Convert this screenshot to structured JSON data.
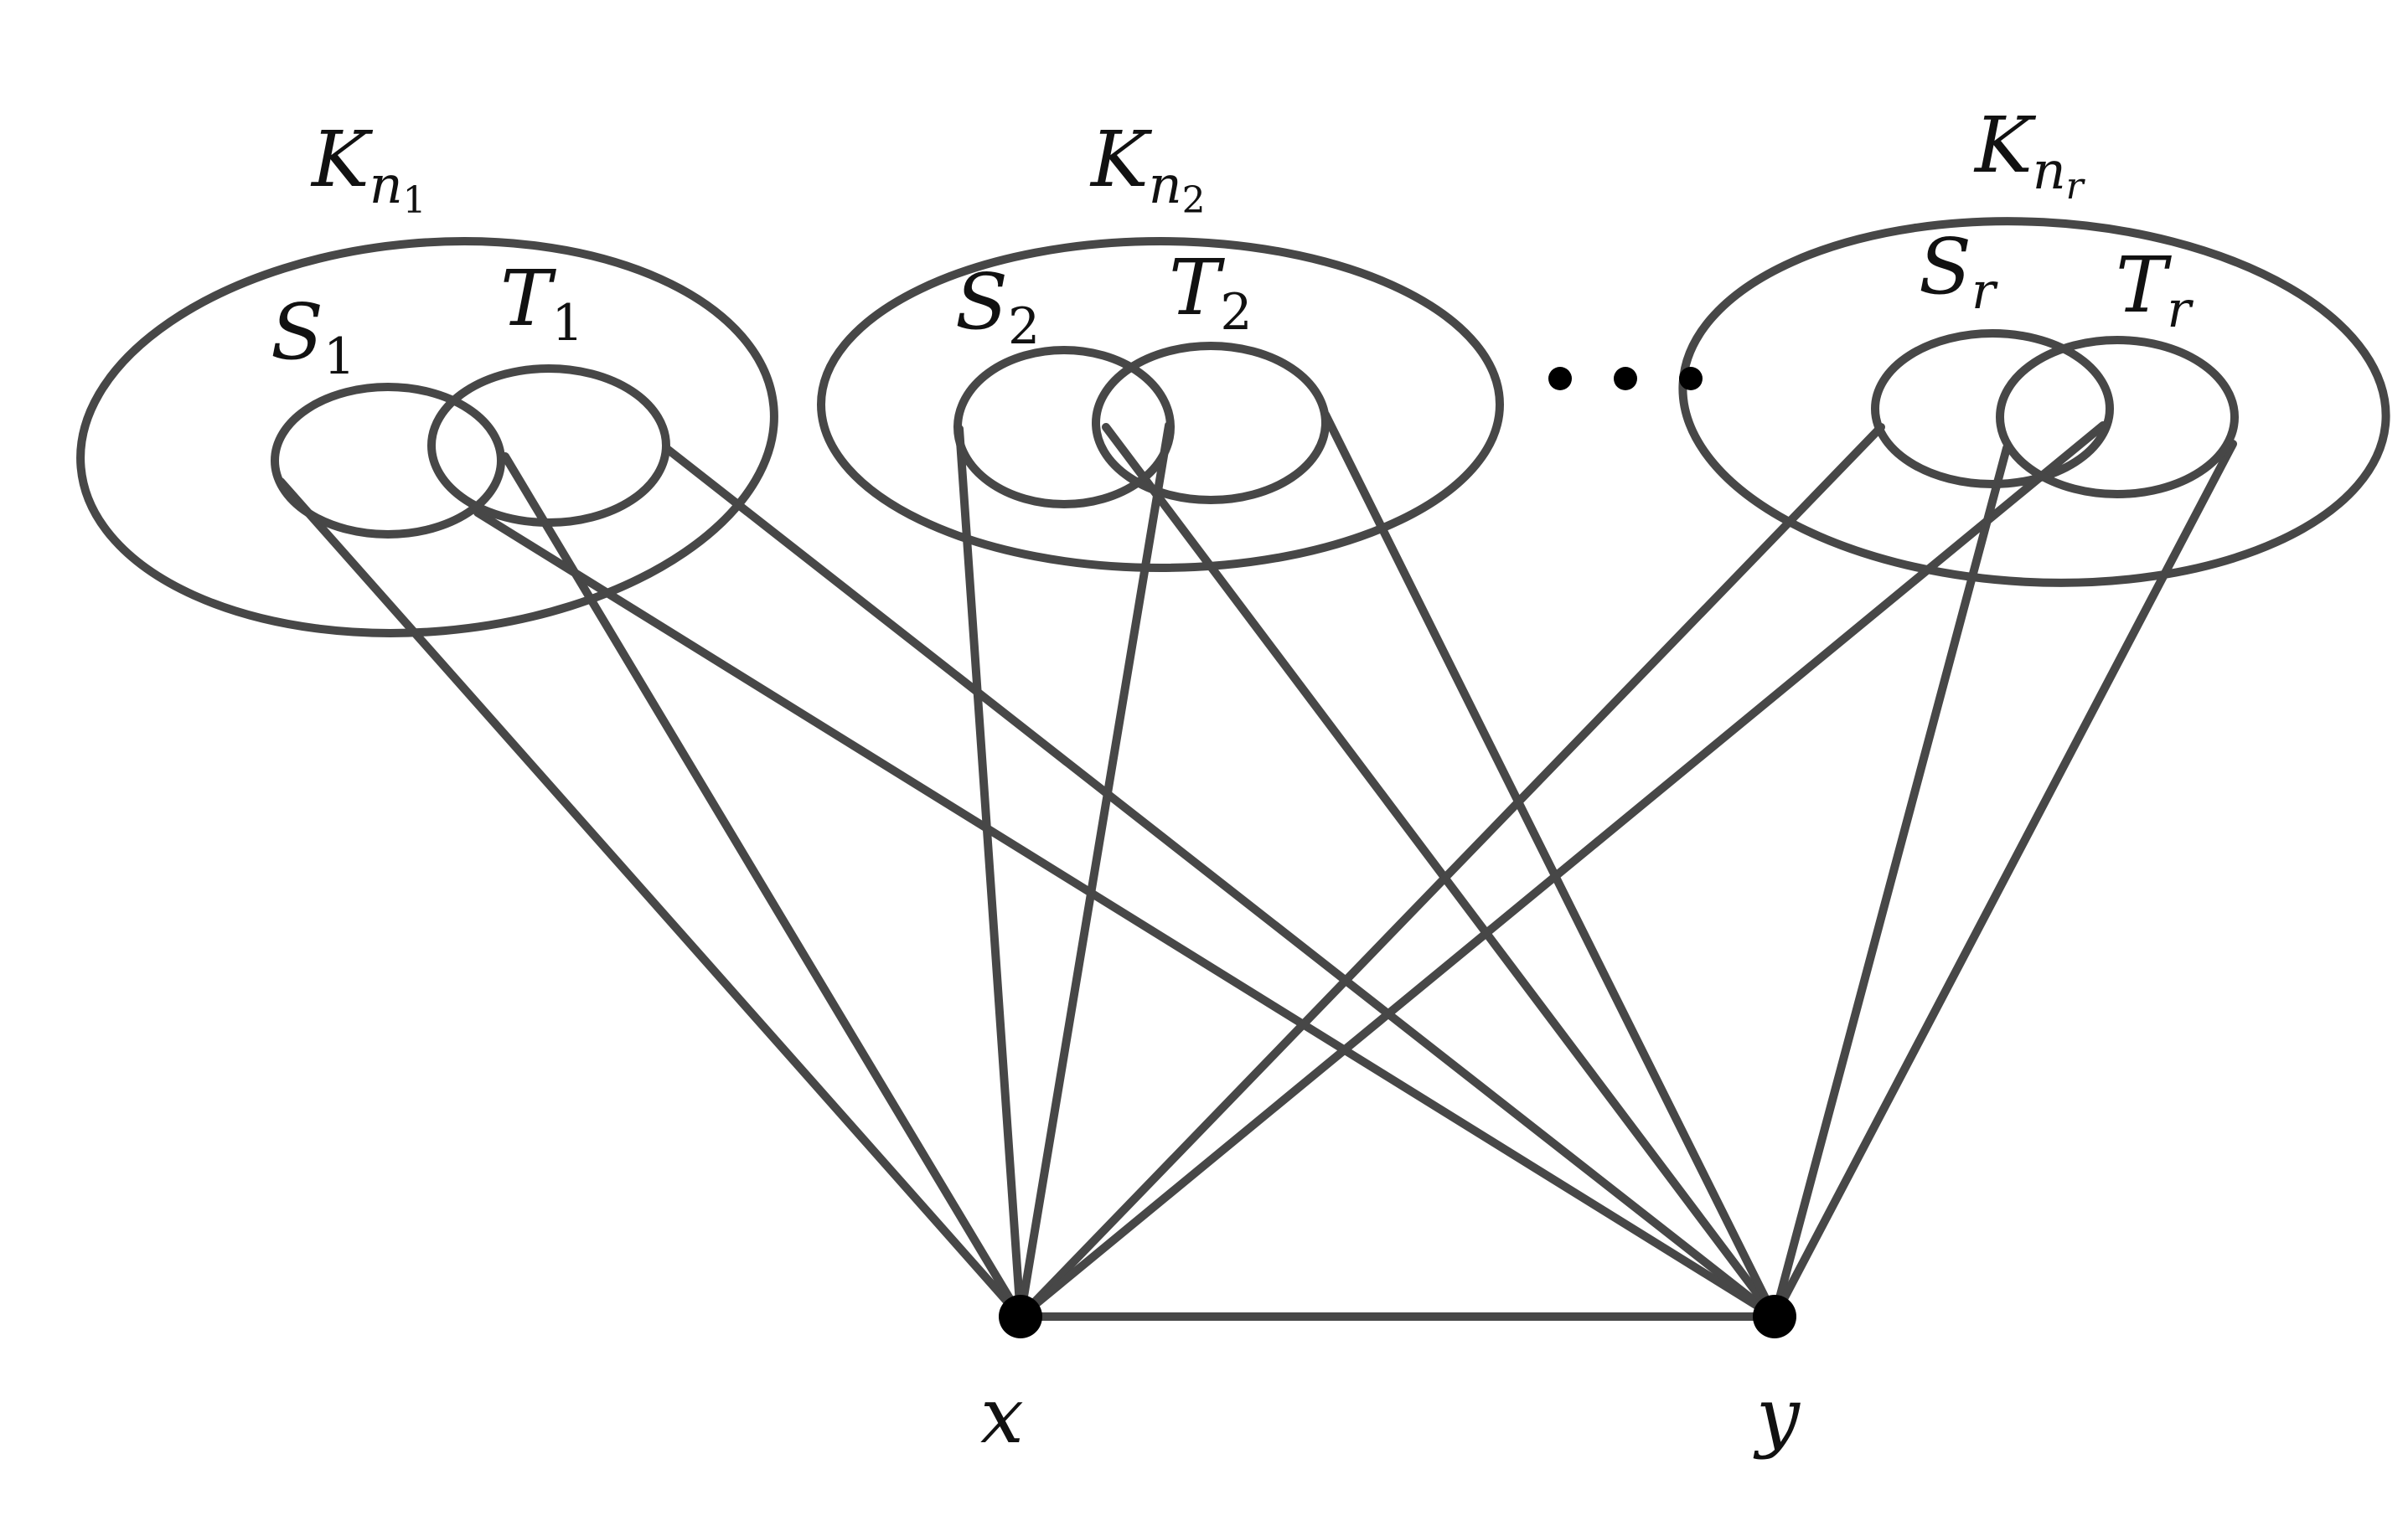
{
  "diagram": {
    "cliques": [
      {
        "id": "K1",
        "label": "K",
        "sub": "n",
        "subsub": "1",
        "S": {
          "label": "S",
          "sub": "1"
        },
        "T": {
          "label": "T",
          "sub": "1"
        }
      },
      {
        "id": "K2",
        "label": "K",
        "sub": "n",
        "subsub": "2",
        "S": {
          "label": "S",
          "sub": "2"
        },
        "T": {
          "label": "T",
          "sub": "2"
        }
      },
      {
        "id": "Kr",
        "label": "K",
        "sub": "n",
        "subsub": "r",
        "S": {
          "label": "S",
          "sub": "r"
        },
        "T": {
          "label": "T",
          "sub": "r"
        }
      }
    ],
    "vertices": [
      {
        "id": "x",
        "label": "x"
      },
      {
        "id": "y",
        "label": "y"
      }
    ],
    "edges": [
      [
        "S1",
        "x"
      ],
      [
        "T1",
        "x"
      ],
      [
        "S1",
        "y"
      ],
      [
        "T1",
        "y"
      ],
      [
        "S2",
        "x"
      ],
      [
        "T2",
        "x"
      ],
      [
        "S2",
        "y"
      ],
      [
        "T2",
        "y"
      ],
      [
        "Sr",
        "x"
      ],
      [
        "Tr",
        "x"
      ],
      [
        "Sr",
        "y"
      ],
      [
        "Tr",
        "y"
      ],
      [
        "x",
        "y"
      ]
    ],
    "ellipsis": "…",
    "colors": {
      "stroke": "#474747",
      "vertex": "#000000"
    }
  }
}
